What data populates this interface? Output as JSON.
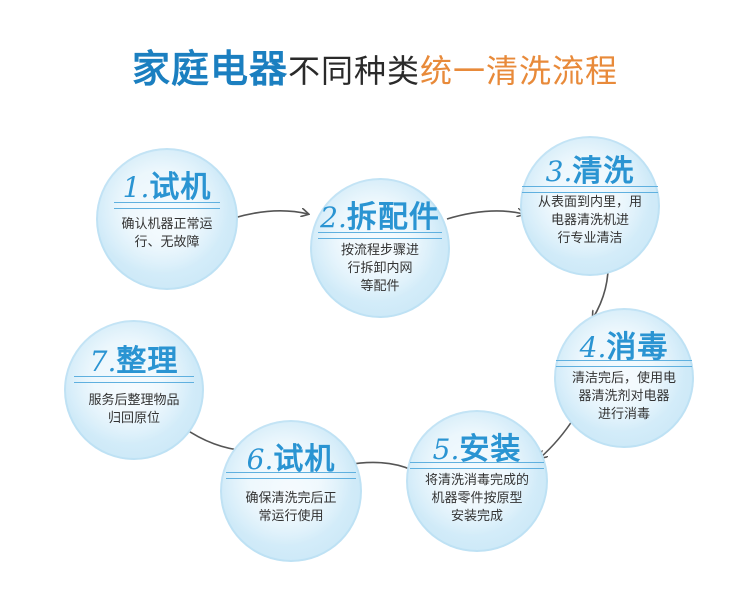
{
  "title": {
    "part1": "家庭电器",
    "part2": "不同种类",
    "part3": "统一清洗流程"
  },
  "steps": [
    {
      "num": "1.",
      "name": "试机",
      "lines": [
        "确认机器正常运",
        "行、无故障"
      ]
    },
    {
      "num": "2.",
      "name": "拆配件",
      "lines": [
        "按流程步骤进",
        "行拆卸内网",
        "等配件"
      ]
    },
    {
      "num": "3.",
      "name": "清洗",
      "lines": [
        "从表面到内里，用",
        "电器清洗机进",
        "行专业清洁"
      ]
    },
    {
      "num": "4.",
      "name": "消毒",
      "lines": [
        "清洁完后，使用电",
        "器清洗剂对电器",
        "进行消毒"
      ]
    },
    {
      "num": "5.",
      "name": "安装",
      "lines": [
        "将清洗消毒完成的",
        "机器零件按原型",
        "安装完成"
      ]
    },
    {
      "num": "6.",
      "name": "试机",
      "lines": [
        "确保清洗完后正",
        "常运行使用"
      ]
    },
    {
      "num": "7.",
      "name": "整理",
      "lines": [
        "服务后整理物品",
        "归回原位"
      ]
    }
  ],
  "colors": {
    "brand_blue": "#1b7fc0",
    "step_blue": "#2a94d2",
    "accent_orange": "#e88a3a",
    "circle_fill": "#d3ecf9"
  }
}
